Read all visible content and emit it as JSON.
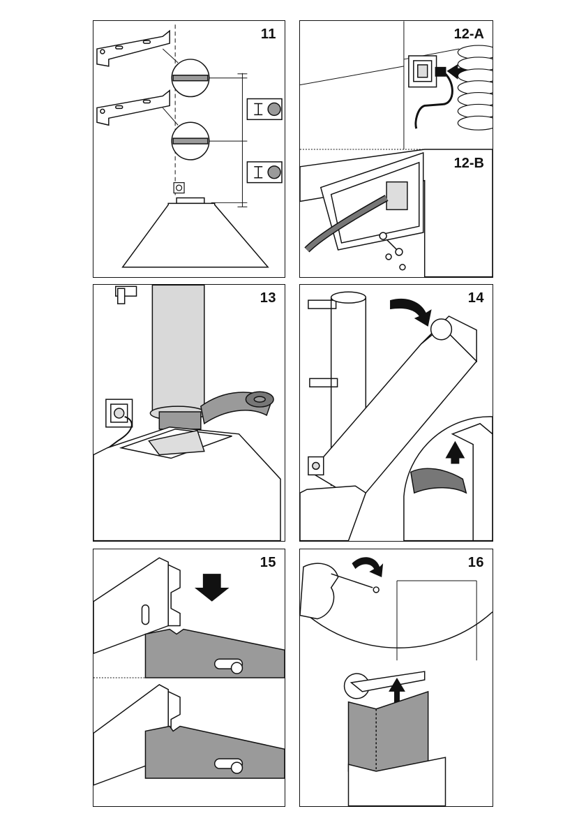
{
  "steps": {
    "s11": {
      "label": "11"
    },
    "s12": {
      "label_a": "12-A",
      "label_b": "12-B"
    },
    "s13": {
      "label": "13"
    },
    "s14": {
      "label": "14"
    },
    "s15": {
      "label": "15"
    },
    "s16": {
      "label": "16"
    }
  },
  "colors": {
    "line": "#111111",
    "gray_fill": "#9a9a9a",
    "light_fill": "#d9d9d9",
    "panel_bg": "#ffffff"
  }
}
